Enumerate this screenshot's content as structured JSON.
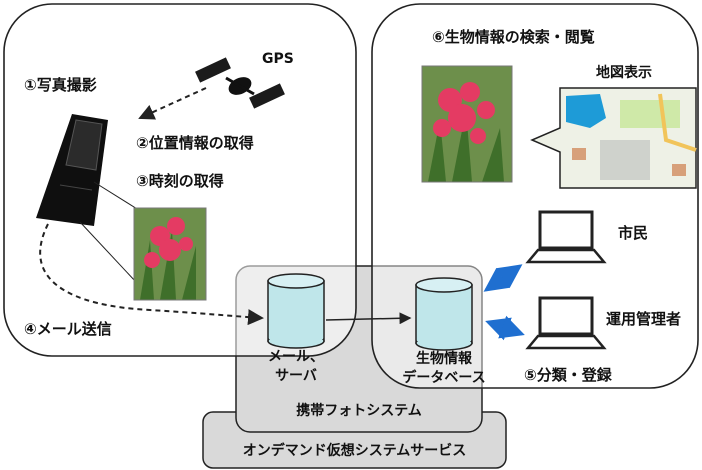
{
  "labels": {
    "gps": "GPS",
    "step1": "①写真撮影",
    "step2": "②位置情報の取得",
    "step3": "③時刻の取得",
    "step4": "④メール送信",
    "step5": "⑤分類・登録",
    "step6": "⑥生物情報の検索・閲覧",
    "map_display": "地図表示",
    "citizen": "市民",
    "admin": "運用管理者",
    "mail_server_1": "メール、",
    "mail_server_2": "サーバ",
    "bio_db_1": "生物情報",
    "bio_db_2": "データベース",
    "photo_system": "携帯フォトシステム",
    "on_demand": "オンデマンド仮想システムサービス"
  },
  "colors": {
    "cylinder": "#bfe6ea",
    "box_gray": "#d9d9d9",
    "stroke": "#222222",
    "arrow_blue": "#1f6fd0",
    "map_water": "#1e9bd7",
    "map_park": "#cfe9a8",
    "map_bg": "#eef1e6",
    "map_road": "#f1c45a",
    "flower": "#e43b63",
    "leaves": "#3f6f2a"
  }
}
